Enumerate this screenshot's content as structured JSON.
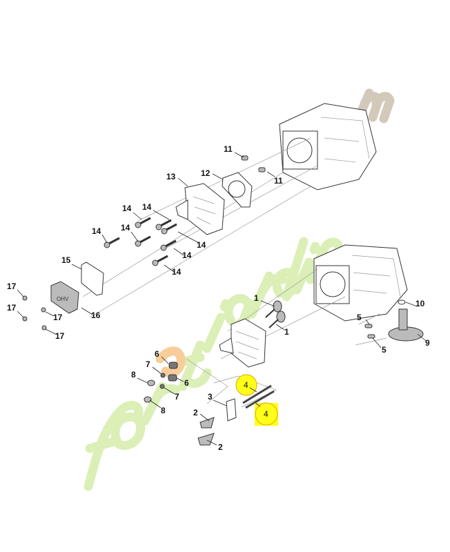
{
  "watermark": "foretjardin.com",
  "colors": {
    "highlight": "#ffff1a",
    "highlight_border": "#e8a000",
    "watermark_green": "#d8eeb0",
    "watermark_orange": "#f7c890",
    "watermark_brown": "#cfc4b4"
  },
  "callouts": {
    "p1a": "1",
    "p1b": "1",
    "p2a": "2",
    "p2b": "2",
    "p3": "3",
    "p4a": "4",
    "p4b": "4",
    "p5a": "5",
    "p5b": "5",
    "p6a": "6",
    "p6b": "6",
    "p7a": "7",
    "p7b": "7",
    "p8a": "8",
    "p8b": "8",
    "p9": "9",
    "p10": "10",
    "p11a": "11",
    "p11b": "11",
    "p12": "12",
    "p13": "13",
    "p14a": "14",
    "p14b": "14",
    "p14c": "14",
    "p14d": "14",
    "p14e": "14",
    "p14f": "14",
    "p14g": "14",
    "p15": "15",
    "p16": "16",
    "p17a": "17",
    "p17b": "17",
    "p17c": "17",
    "p17d": "17"
  },
  "highlighted_part": "4",
  "valve_cover_logo": "OHV"
}
